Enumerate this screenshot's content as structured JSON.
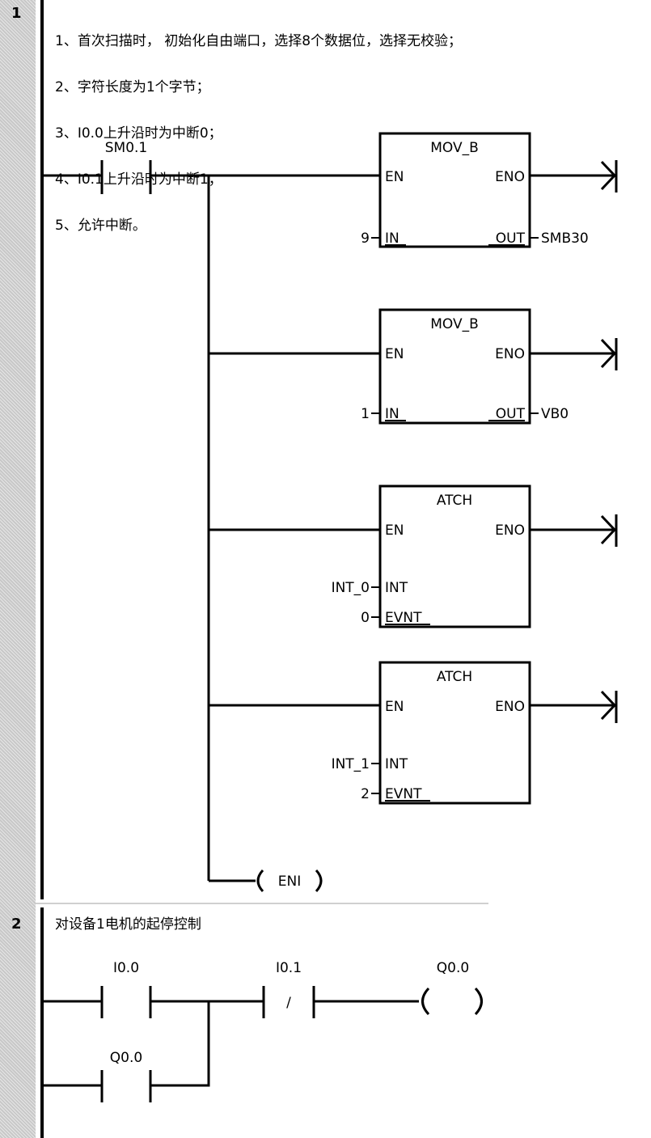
{
  "network1": {
    "number": "1",
    "comment_lines": [
      "1、首次扫描时， 初始化自由端口，选择8个数据位，选择无校验；",
      "2、字符长度为1个字节；",
      "3、I0.0上升沿时为中断0；",
      "4、I0.1上升沿时为中断1；",
      "5、允许中断。"
    ],
    "contact_label": "SM0.1",
    "boxes": [
      {
        "title": "MOV_B",
        "en": "EN",
        "eno": "ENO",
        "in_pin": "IN",
        "in_value": "9",
        "out_pin": "OUT",
        "out_value": "SMB30"
      },
      {
        "title": "MOV_B",
        "en": "EN",
        "eno": "ENO",
        "in_pin": "IN",
        "in_value": "1",
        "out_pin": "OUT",
        "out_value": "VB0"
      },
      {
        "title": "ATCH",
        "en": "EN",
        "eno": "ENO",
        "int_pin": "INT",
        "int_value": "INT_0",
        "evnt_pin": "EVNT",
        "evnt_value": "0"
      },
      {
        "title": "ATCH",
        "en": "EN",
        "eno": "ENO",
        "int_pin": "INT",
        "int_value": "INT_1",
        "evnt_pin": "EVNT",
        "evnt_value": "2"
      }
    ],
    "coil_text": "ENI"
  },
  "network2": {
    "number": "2",
    "comment": "对设备1电机的起停控制",
    "contact1_label": "I0.0",
    "contact2_label": "I0.1",
    "contact2_symbol": "/",
    "coil_label": "Q0.0",
    "parallel_label": "Q0.0"
  }
}
